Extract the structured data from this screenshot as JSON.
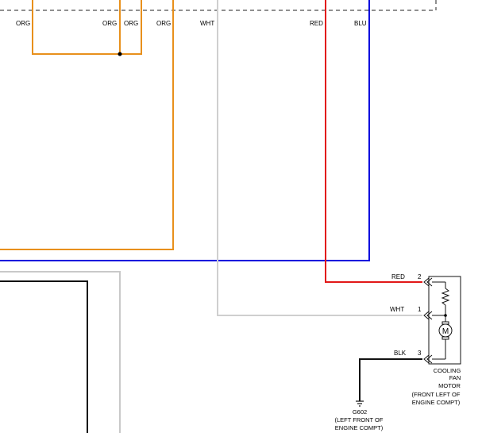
{
  "colors": {
    "orange": "#e8901c",
    "blue": "#0000dd",
    "red": "#e21818",
    "white_wire": "#cfcfcf",
    "black": "#111111",
    "gray": "#c9c9c9",
    "dashed_border": "#222222"
  },
  "wires": {
    "org_1": "ORG",
    "org_2": "ORG",
    "org_3": "ORG",
    "org_4": "ORG",
    "wht_top": "WHT",
    "red_top": "RED",
    "blu_top": "BLU",
    "red_conn": "RED",
    "wht_conn": "WHT",
    "blk_conn": "BLK"
  },
  "connector": {
    "pin_2": "2",
    "pin_1": "1",
    "pin_3": "3"
  },
  "component": {
    "name_lines": [
      "COOLING",
      "FAN",
      "MOTOR"
    ],
    "location_lines": [
      "(FRONT LEFT OF",
      "ENGINE COMPT)"
    ],
    "motor_symbol": "M"
  },
  "ground": {
    "id": "G602",
    "location_lines": [
      "(LEFT FRONT OF",
      "ENGINE COMPT)"
    ]
  }
}
